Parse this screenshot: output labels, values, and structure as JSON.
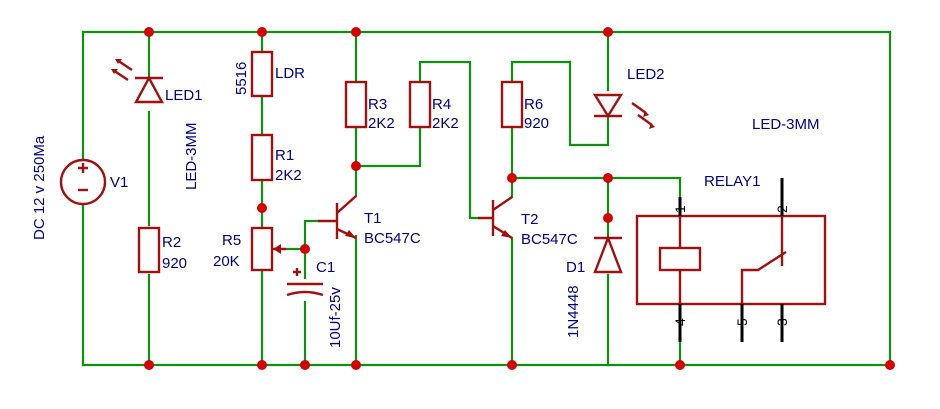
{
  "supply": {
    "name": "V1",
    "value": "DC 12 v 250Ma"
  },
  "led1": {
    "name": "LED1",
    "package": "LED-3MM"
  },
  "led2": {
    "name": "LED2",
    "package": "LED-3MM"
  },
  "r1": {
    "name": "R1",
    "value": "2K2"
  },
  "r2": {
    "name": "R2",
    "value": "920"
  },
  "r3": {
    "name": "R3",
    "value": "2K2"
  },
  "r4": {
    "name": "R4",
    "value": "2K2"
  },
  "r5": {
    "name": "R5",
    "value": "20K"
  },
  "r6": {
    "name": "R6",
    "value": "920"
  },
  "ldr": {
    "name": "LDR",
    "value": "5516"
  },
  "c1": {
    "name": "C1",
    "value": "10Uf-25v"
  },
  "t1": {
    "name": "T1",
    "value": "BC547C"
  },
  "t2": {
    "name": "T2",
    "value": "BC547C"
  },
  "d1": {
    "name": "D1",
    "value": "1N4448"
  },
  "relay": {
    "name": "RELAY1",
    "pins": [
      "1",
      "2",
      "4",
      "5",
      "3"
    ]
  },
  "colors": {
    "wire": "#109010",
    "part": "#a01010",
    "label": "#000080",
    "junction": "#d40000"
  }
}
